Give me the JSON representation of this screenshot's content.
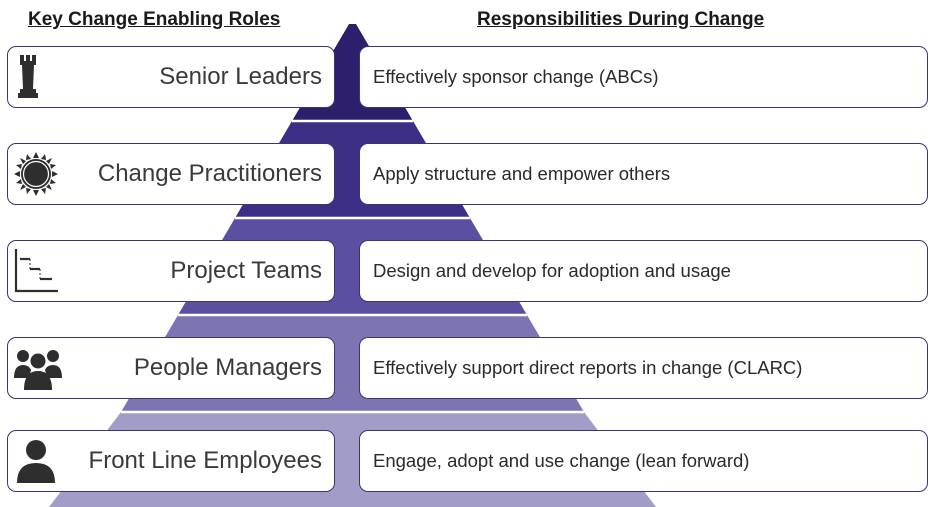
{
  "header": {
    "roles_title": "Key Change Enabling Roles",
    "responsibilities_title": "Responsibilities During Change"
  },
  "colors": {
    "pyramid_bands": [
      "#2d1f6b",
      "#3c2e85",
      "#5a4fa0",
      "#7d75b3",
      "#a29dc6"
    ],
    "box_border": "#3d3570",
    "icon_fill": "#2e2e2e"
  },
  "rows": [
    {
      "role": "Senior Leaders",
      "icon": "chess-rook-icon",
      "responsibility": "Effectively sponsor change (ABCs)"
    },
    {
      "role": "Change Practitioners",
      "icon": "gear-sun-icon",
      "responsibility": "Apply structure and empower others"
    },
    {
      "role": "Project Teams",
      "icon": "gantt-steps-icon",
      "responsibility": "Design and develop for adoption and usage"
    },
    {
      "role": "People Managers",
      "icon": "team-group-icon",
      "responsibility": "Effectively support direct reports in change (CLARC)"
    },
    {
      "role": "Front Line Employees",
      "icon": "person-icon",
      "responsibility": "Engage, adopt and use change (lean forward)"
    }
  ]
}
